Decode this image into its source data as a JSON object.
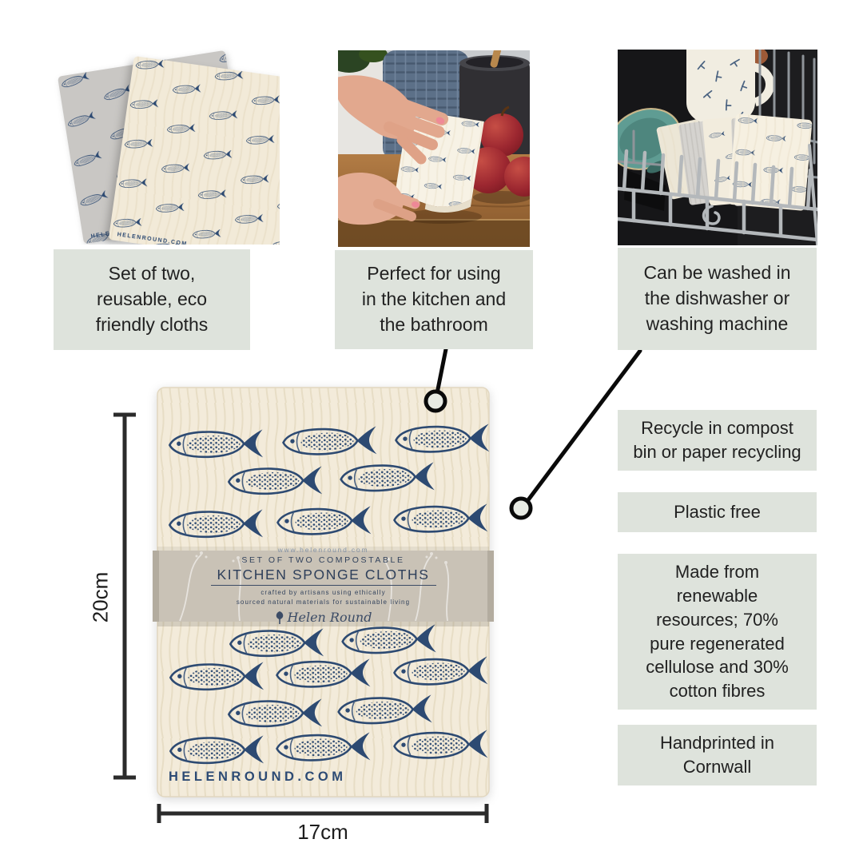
{
  "colors": {
    "box_bg": "#dee3dc",
    "navy": "#2d4a72",
    "cream": "#f3ebda",
    "band": "#c9c2b6",
    "line": "#0a0a0a"
  },
  "features": [
    {
      "caption": "Set of two,\nreusable, eco\nfriendly cloths"
    },
    {
      "caption": "Perfect for using\nin the kitchen and\nthe bathroom"
    },
    {
      "caption": "Can be washed in\nthe dishwasher or\nwashing machine"
    }
  ],
  "benefits": [
    "Recycle in compost\nbin or paper recycling",
    "Plastic free",
    "Made from\nrenewable\nresources; 70%\npure regenerated\ncellulose and 30%\ncotton fibres",
    "Handprinted in\nCornwall"
  ],
  "dimensions": {
    "height": "20cm",
    "width": "17cm"
  },
  "band": {
    "url": "www.helenround.com",
    "subtitle": "SET OF TWO COMPOSTABLE",
    "title": "KITCHEN SPONGE CLOTHS",
    "tagline1": "crafted by artisans using ethically",
    "tagline2": "sourced natural materials for sustainable living",
    "brand": "Helen Round"
  },
  "cloth": {
    "website": "HELENROUND.COM"
  }
}
